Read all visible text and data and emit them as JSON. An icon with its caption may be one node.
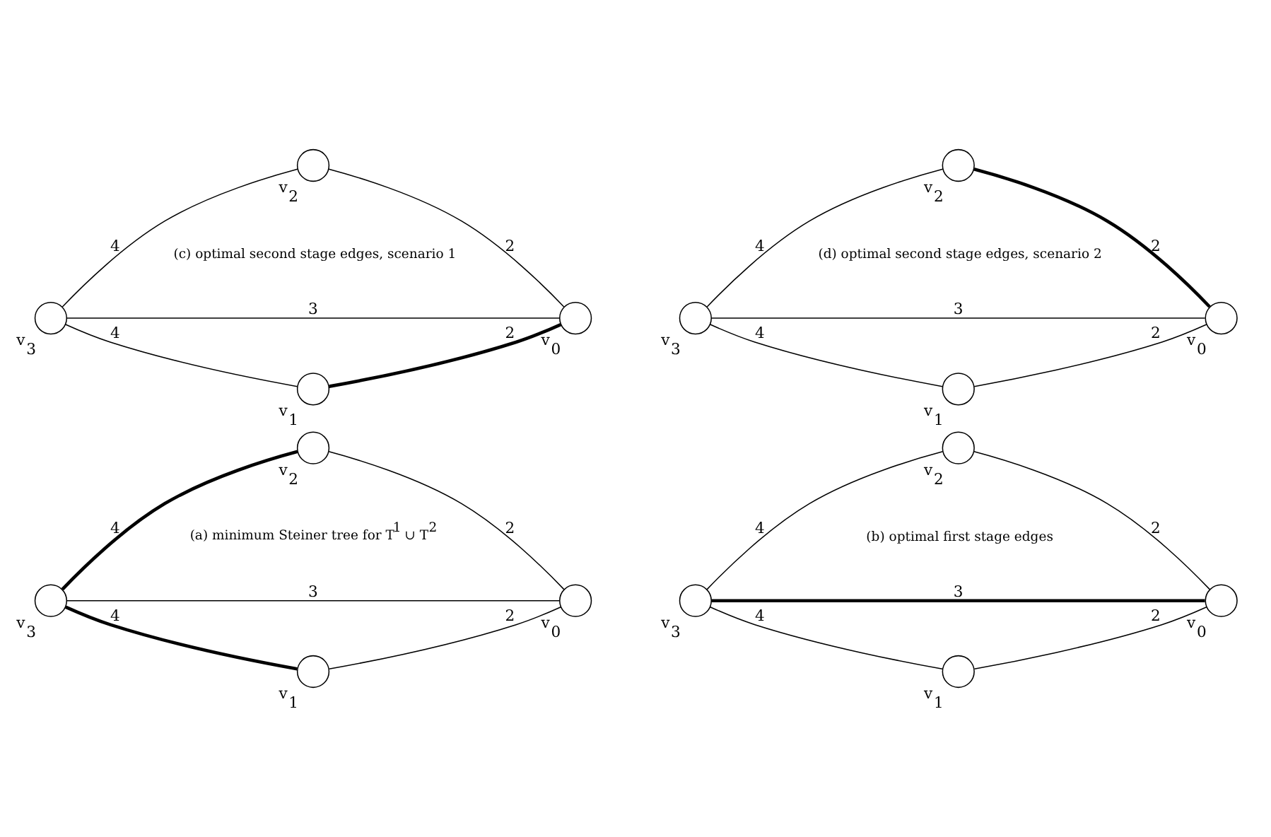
{
  "diagram": {
    "nodes": [
      {
        "text": [],
        "shape": "circle",
        "beside": [
          "v$_{1}$"
        ]
      },
      {
        "text": [],
        "shape": "circle",
        "beside": [
          "v$_{3}$"
        ]
      },
      {
        "text": [],
        "shape": "circle",
        "beside": [
          "v$_{0}$"
        ]
      },
      {
        "text": [],
        "shape": "circle",
        "beside": [
          "v$_{2}$"
        ]
      },
      {
        "text": [],
        "shape": "circle",
        "beside": [
          "v$_{1}$"
        ]
      },
      {
        "text": [],
        "shape": "circle",
        "beside": [
          "v$_{3}$"
        ]
      },
      {
        "text": [],
        "shape": "circle",
        "beside": [
          "v$_{0}$"
        ]
      },
      {
        "text": [],
        "shape": "circle",
        "beside": [
          "v$_{2}$"
        ]
      },
      {
        "text": [],
        "shape": "circle",
        "beside": [
          "v$_{1}$"
        ]
      },
      {
        "text": [],
        "shape": "circle",
        "beside": [
          "v$_{3}$"
        ]
      },
      {
        "text": [],
        "shape": "circle",
        "beside": [
          "v$_{0}$"
        ]
      },
      {
        "text": [],
        "shape": "circle",
        "beside": [
          "v$_{2}$"
        ]
      },
      {
        "text": [],
        "shape": "circle",
        "beside": [
          "v$_{1}$"
        ]
      },
      {
        "text": [],
        "shape": "circle",
        "beside": [
          "v$_{3}$"
        ]
      },
      {
        "text": [],
        "shape": "circle",
        "beside": [
          "v$_{0}$"
        ]
      },
      {
        "text": [],
        "shape": "circle",
        "beside": [
          "v$_{2}$"
        ]
      }
    ],
    "edges": [
      {
        "from": 1,
        "to": 0,
        "arrow": "none",
        "label": "4",
        "style": "thick"
      },
      {
        "from": 1,
        "to": 2,
        "arrow": "none",
        "label": "3"
      },
      {
        "from": 1,
        "to": 3,
        "arrow": "none",
        "label": "4",
        "style": "thick"
      },
      {
        "from": 0,
        "to": 2,
        "arrow": "none",
        "label": "2"
      },
      {
        "from": 3,
        "to": 2,
        "arrow": "none",
        "label": "2"
      },
      {
        "from": 5,
        "to": 4,
        "arrow": "none",
        "label": "4"
      },
      {
        "from": 5,
        "to": 6,
        "arrow": "none",
        "label": "3",
        "style": "thick"
      },
      {
        "from": 5,
        "to": 7,
        "arrow": "none",
        "label": "4"
      },
      {
        "from": 4,
        "to": 6,
        "arrow": "none",
        "label": "2"
      },
      {
        "from": 7,
        "to": 6,
        "arrow": "none",
        "label": "2"
      },
      {
        "from": 9,
        "to": 8,
        "arrow": "none",
        "label": "4"
      },
      {
        "from": 9,
        "to": 10,
        "arrow": "none",
        "label": "3"
      },
      {
        "from": 9,
        "to": 11,
        "arrow": "none",
        "label": "4"
      },
      {
        "from": 8,
        "to": 10,
        "arrow": "none",
        "label": "2",
        "style": "thick"
      },
      {
        "from": 11,
        "to": 10,
        "arrow": "none",
        "label": "2"
      },
      {
        "from": 13,
        "to": 12,
        "arrow": "none",
        "label": "4"
      },
      {
        "from": 13,
        "to": 14,
        "arrow": "none",
        "label": "3"
      },
      {
        "from": 13,
        "to": 15,
        "arrow": "none",
        "label": "4"
      },
      {
        "from": 12,
        "to": 14,
        "arrow": "none",
        "label": "2"
      },
      {
        "from": 15,
        "to": 14,
        "arrow": "none",
        "label": "2",
        "style": "thick"
      }
    ],
    "labels": [
      "(a) minimum Steiner tree for T$^{1}$ ∪ T$^{2}$",
      "(b) optimal first stage edges",
      "(c) optimal second stage edges, scenario 1",
      "(d) optimal second stage edges, scenario 2"
    ]
  }
}
